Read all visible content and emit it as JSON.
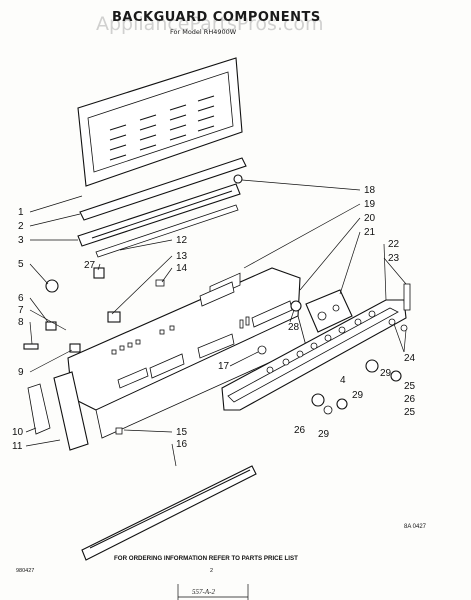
{
  "title": "BACKGUARD COMPONENTS",
  "subtitle": "For Model RH4900W",
  "watermark": "AppliancePartsPros.com",
  "diagram_code": "8A 0427",
  "footer_note": "FOR ORDERING INFORMATION REFER TO PARTS PRICE LIST",
  "doc_number": "980427",
  "page_number": "2",
  "stamp": "557-A-2",
  "callouts": {
    "c1": "1",
    "c2": "2",
    "c3": "3",
    "c4": "4",
    "c5": "5",
    "c6": "6",
    "c7": "7",
    "c8": "8",
    "c9": "9",
    "c10": "10",
    "c11": "11",
    "c12": "12",
    "c13": "13",
    "c14": "14",
    "c15": "15",
    "c16": "16",
    "c17": "17",
    "c18": "18",
    "c19": "19",
    "c20": "20",
    "c21": "21",
    "c22": "22",
    "c23": "23",
    "c24": "24",
    "c25a": "25",
    "c25b": "25",
    "c26a": "26",
    "c26b": "26",
    "c27": "27",
    "c28": "28",
    "c29a": "29",
    "c29b": "29",
    "c29c": "29"
  }
}
